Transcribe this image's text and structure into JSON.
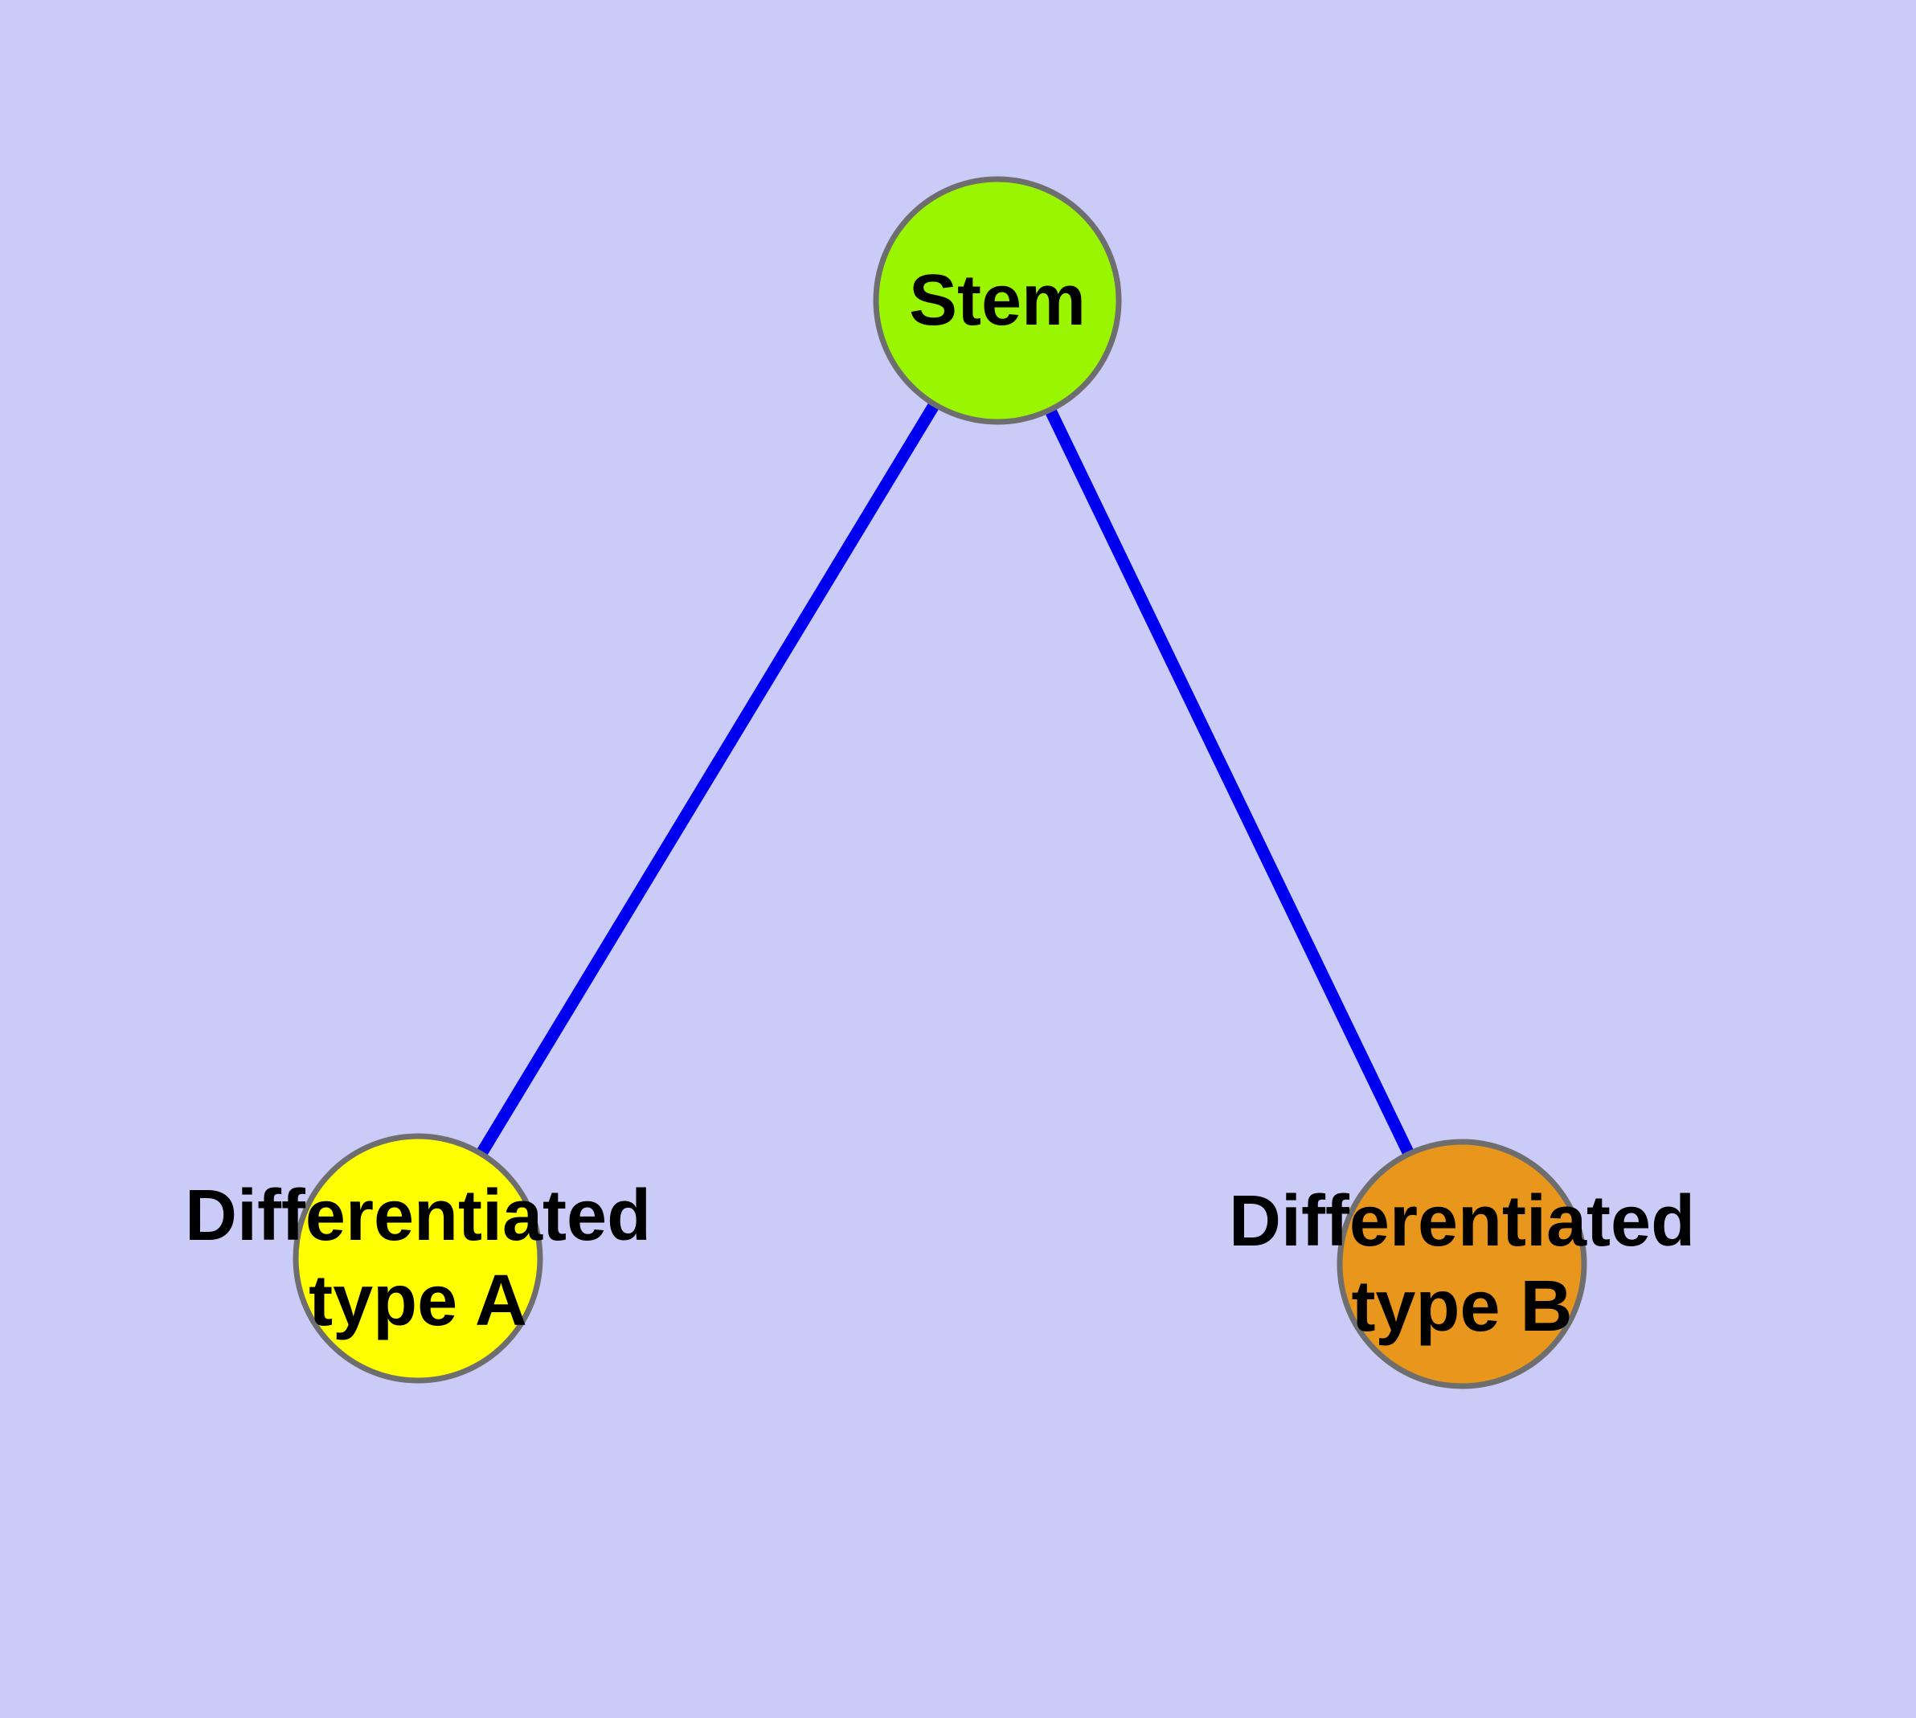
{
  "diagram": {
    "type": "node-link-graph",
    "background_color": "#CBCBF8",
    "edge_color": "#0000EE",
    "node_border_color": "#6E6E6E",
    "label_color": "#000000",
    "nodes": [
      {
        "id": "stem",
        "label": "Stem",
        "color": "#99F500"
      },
      {
        "id": "type-a",
        "label": "Differentiated\ntype A",
        "color": "#FFFF00"
      },
      {
        "id": "type-b",
        "label": "Differentiated\ntype B",
        "color": "#E8961C"
      }
    ],
    "edges": [
      {
        "from": "Stem",
        "to": "Differentiated type A"
      },
      {
        "from": "Stem",
        "to": "Differentiated type B"
      }
    ]
  }
}
